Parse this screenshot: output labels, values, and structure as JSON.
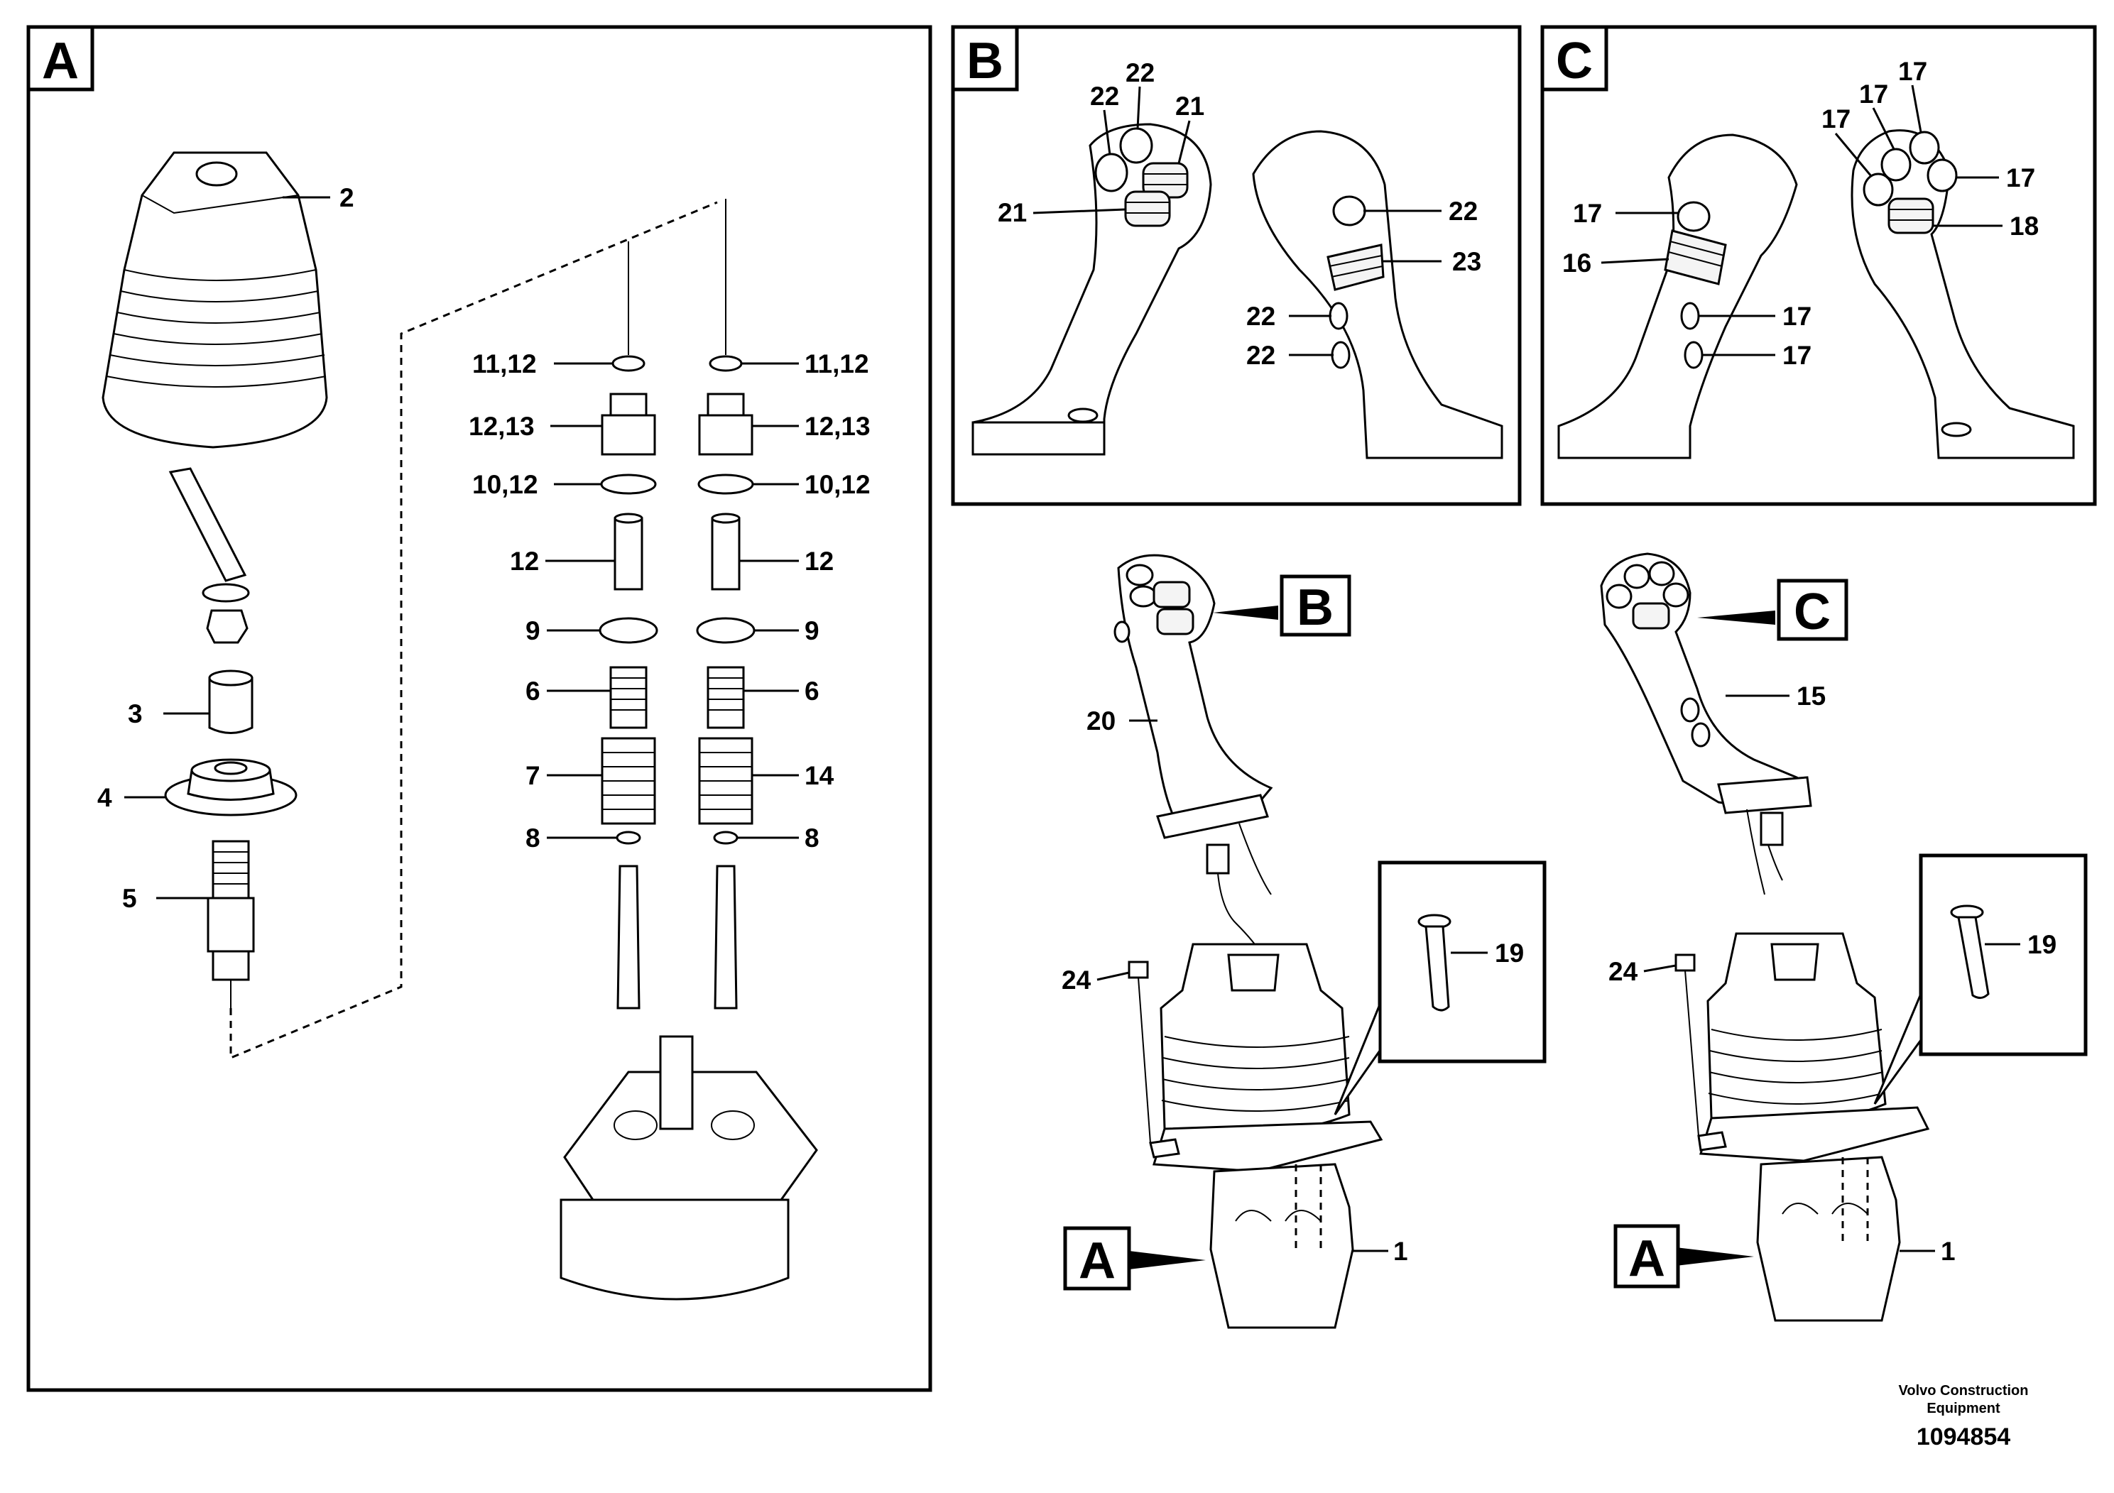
{
  "panels": {
    "a": {
      "tag": "A"
    },
    "b": {
      "tag": "B"
    },
    "c": {
      "tag": "C"
    }
  },
  "view_refs": {
    "b_on_left_grip": "B",
    "c_on_right_grip": "C",
    "a_on_left_base": "A",
    "a_on_right_base": "A"
  },
  "callouts_a": {
    "p2": "2",
    "p3": "3",
    "p4": "4",
    "p5": "5",
    "l_11_12": "11,12",
    "r_11_12": "11,12",
    "l_12_13": "12,13",
    "r_12_13": "12,13",
    "l_10_12": "10,12",
    "r_10_12": "10,12",
    "l_12": "12",
    "r_12": "12",
    "l_9": "9",
    "r_9": "9",
    "l_6": "6",
    "r_6": "6",
    "l_7": "7",
    "r_14": "14",
    "l_8": "8",
    "r_8": "8"
  },
  "callouts_b": {
    "c22a": "22",
    "c22b": "22",
    "c21a": "21",
    "c21b": "21",
    "c22c": "22",
    "c23": "23",
    "c22d": "22",
    "c22e": "22"
  },
  "callouts_c": {
    "c17a": "17",
    "c17b": "17",
    "c17c": "17",
    "c17d": "17",
    "c17e": "17",
    "c18": "18",
    "c16": "16",
    "c17f": "17",
    "c17g": "17"
  },
  "callouts_assembly": {
    "p20": "20",
    "p15": "15",
    "p19l": "19",
    "p19r": "19",
    "p24l": "24",
    "p24r": "24",
    "p1l": "1",
    "p1r": "1"
  },
  "footer": {
    "company_line1": "Volvo Construction",
    "company_line2": "Equipment",
    "drawing_number": "1094854"
  }
}
